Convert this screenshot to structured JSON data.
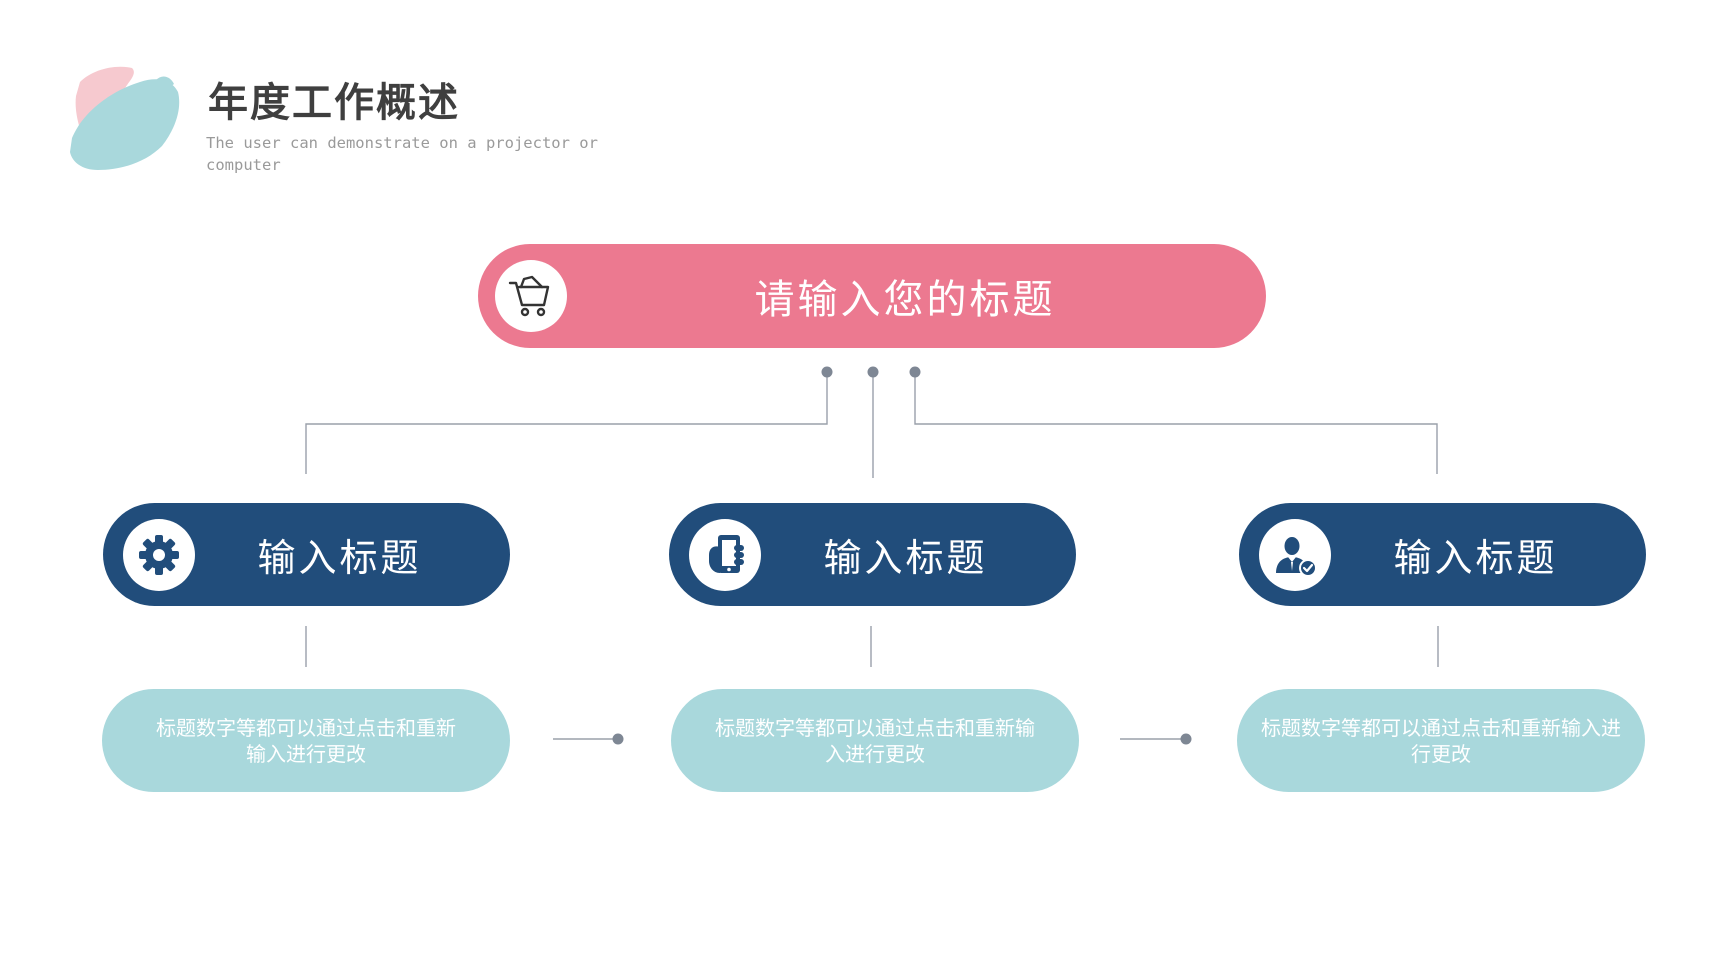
{
  "header": {
    "title": "年度工作概述",
    "subtitle": "The user can demonstrate on a projector or computer"
  },
  "main": {
    "label": "请输入您的标题",
    "icon": "shopping-cart-icon"
  },
  "cards": [
    {
      "label": "输入标题",
      "icon": "gear-icon",
      "description": "标题数字等都可以通过点击和重新输入进行更改"
    },
    {
      "label": "输入标题",
      "icon": "phone-in-hand-icon",
      "description": "标题数字等都可以通过点击和重新输入进行更改"
    },
    {
      "label": "输入标题",
      "icon": "user-verified-icon",
      "description": "标题数字等都可以通过点击和重新输入进行更改"
    }
  ],
  "colors": {
    "main_pill": "#ec7990",
    "sub_pill": "#214d7b",
    "desc_pill": "#a9d8dc",
    "connector": "#9aa0aa",
    "dot": "#7e8794",
    "brush_pink": "#f6c9cf",
    "brush_teal": "#a9d8dc"
  }
}
